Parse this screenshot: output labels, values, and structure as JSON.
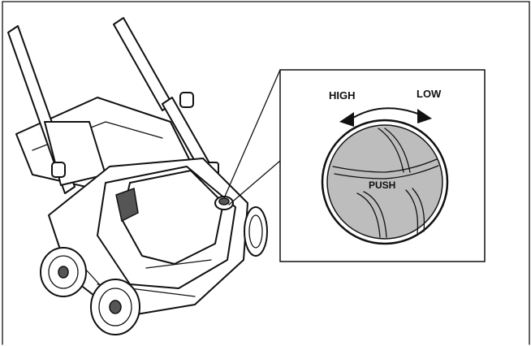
{
  "callout": {
    "label_high": "HIGH",
    "label_low": "LOW",
    "knob_label": "PUSH"
  },
  "colors": {
    "line": "#111111",
    "knob_fill": "#bdbdbd",
    "background": "#ffffff"
  }
}
